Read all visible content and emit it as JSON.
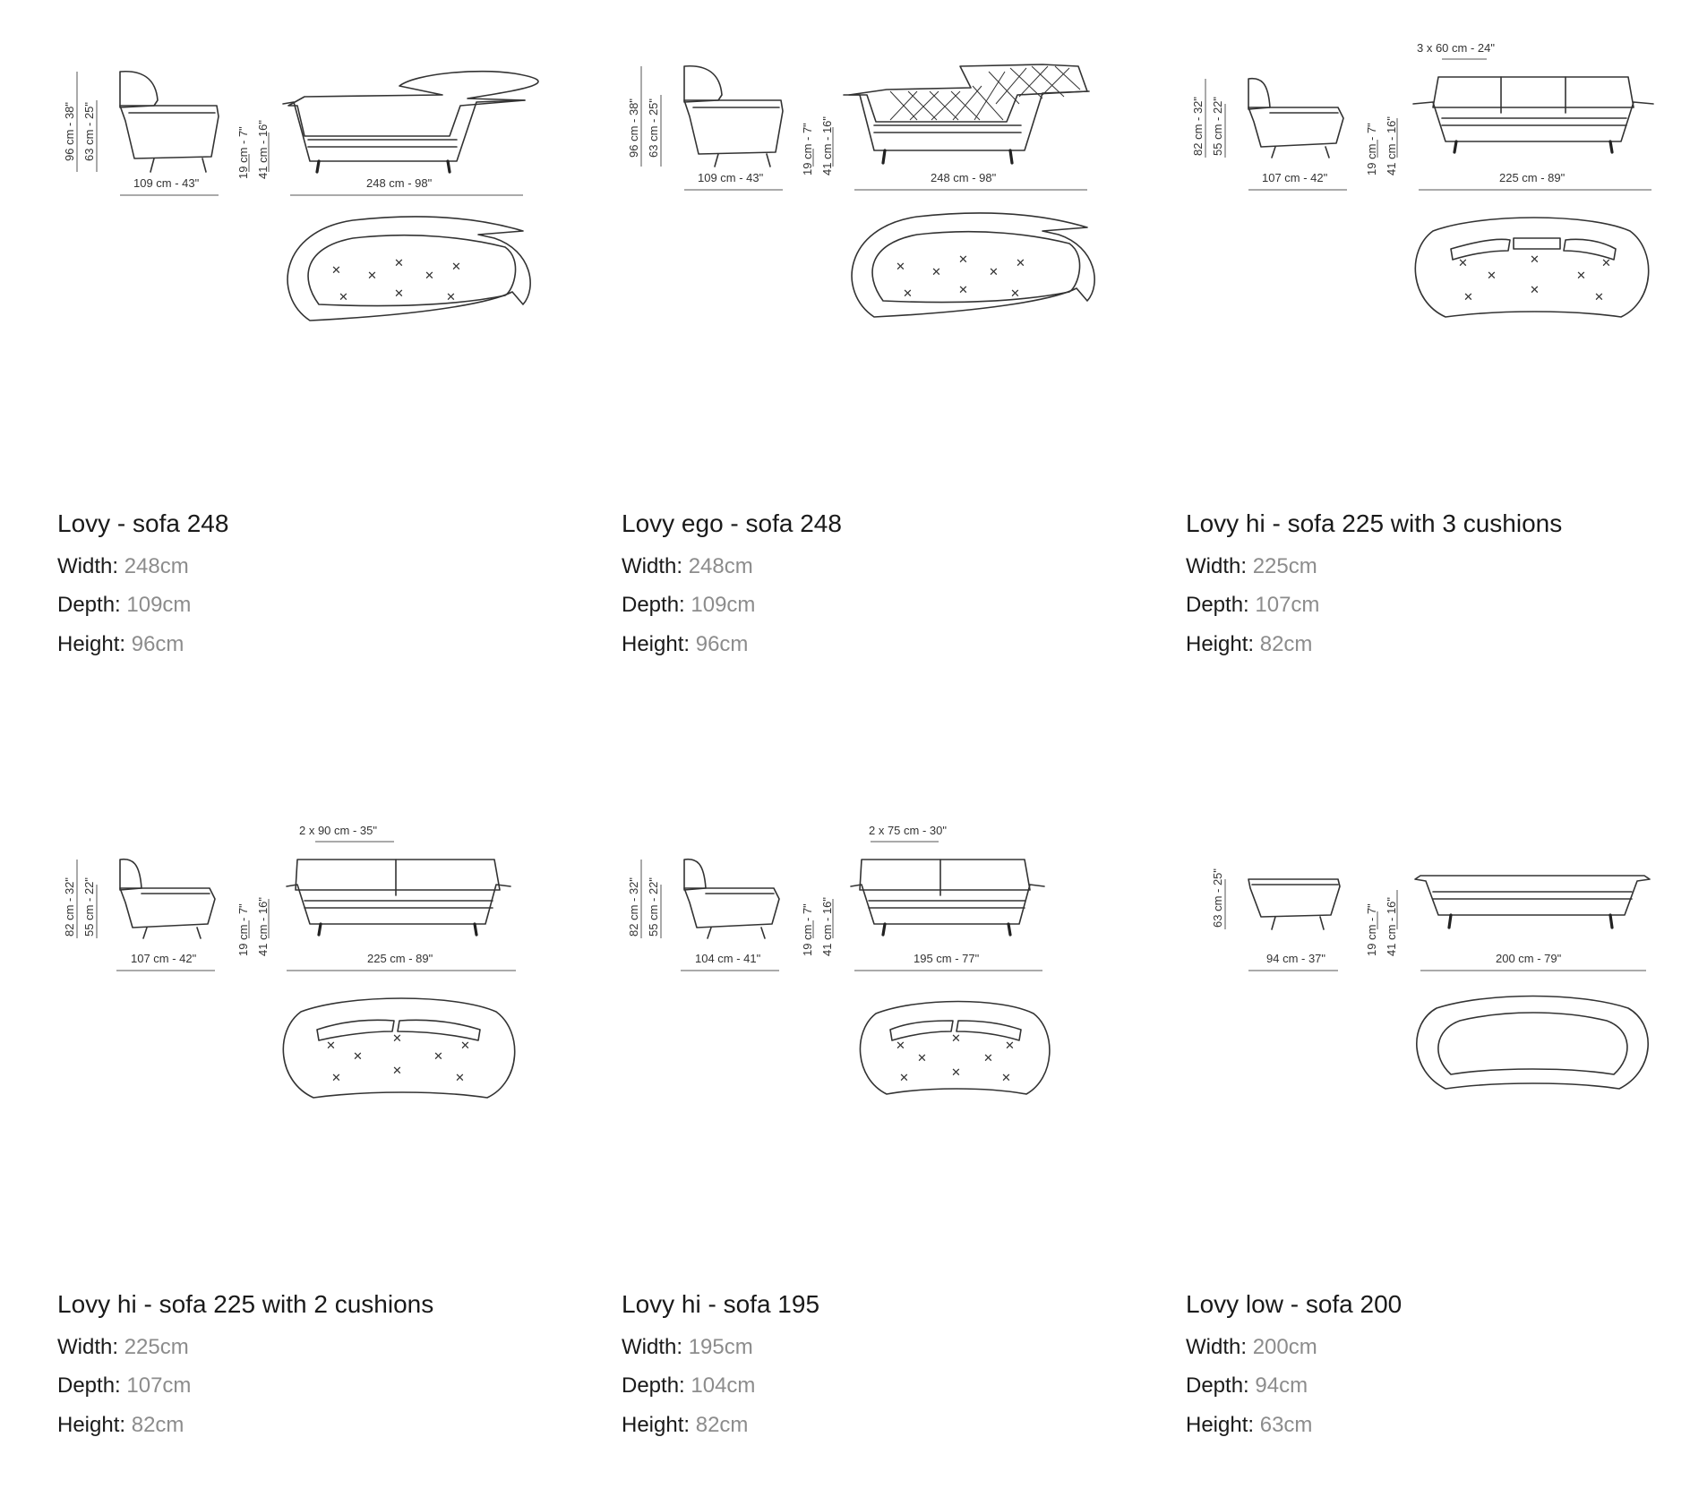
{
  "products": [
    {
      "title": "Lovy - sofa 248",
      "specs": [
        {
          "label": "Width:",
          "value": "248cm"
        },
        {
          "label": "Depth:",
          "value": "109cm"
        },
        {
          "label": "Height:",
          "value": "96cm"
        }
      ],
      "drawing": {
        "height_outer": "96 cm - 38\"",
        "height_inner": "63 cm - 25\"",
        "depth": "109 cm - 43\"",
        "leg_height": "19 cm - 7\"",
        "seat_height": "41 cm - 16\"",
        "width": "248 cm - 98\"",
        "cushions": ""
      }
    },
    {
      "title": "Lovy ego - sofa 248",
      "specs": [
        {
          "label": "Width:",
          "value": "248cm"
        },
        {
          "label": "Depth:",
          "value": "109cm"
        },
        {
          "label": "Height:",
          "value": "96cm"
        }
      ],
      "drawing": {
        "height_outer": "96 cm - 38\"",
        "height_inner": "63 cm - 25\"",
        "depth": "109 cm - 43\"",
        "leg_height": "19 cm - 7\"",
        "seat_height": "41 cm - 16\"",
        "width": "248 cm - 98\"",
        "cushions": ""
      }
    },
    {
      "title": "Lovy hi - sofa 225 with 3 cushions",
      "specs": [
        {
          "label": "Width:",
          "value": "225cm"
        },
        {
          "label": "Depth:",
          "value": "107cm"
        },
        {
          "label": "Height:",
          "value": "82cm"
        }
      ],
      "drawing": {
        "height_outer": "82 cm - 32\"",
        "height_inner": "55 cm - 22\"",
        "depth": "107 cm - 42\"",
        "leg_height": "19 cm - 7\"",
        "seat_height": "41 cm - 16\"",
        "width": "225 cm - 89\"",
        "cushions": "3 x 60 cm - 24\""
      }
    },
    {
      "title": "Lovy hi - sofa 225 with 2 cushions",
      "specs": [
        {
          "label": "Width:",
          "value": "225cm"
        },
        {
          "label": "Depth:",
          "value": "107cm"
        },
        {
          "label": "Height:",
          "value": "82cm"
        }
      ],
      "drawing": {
        "height_outer": "82 cm - 32\"",
        "height_inner": "55 cm - 22\"",
        "depth": "107 cm - 42\"",
        "leg_height": "19 cm - 7\"",
        "seat_height": "41 cm - 16\"",
        "width": "225 cm - 89\"",
        "cushions": "2 x 90 cm - 35\""
      }
    },
    {
      "title": "Lovy hi - sofa 195",
      "specs": [
        {
          "label": "Width:",
          "value": "195cm"
        },
        {
          "label": "Depth:",
          "value": "104cm"
        },
        {
          "label": "Height:",
          "value": "82cm"
        }
      ],
      "drawing": {
        "height_outer": "82 cm - 32\"",
        "height_inner": "55 cm - 22\"",
        "depth": "104 cm - 41\"",
        "leg_height": "19 cm - 7\"",
        "seat_height": "41 cm - 16\"",
        "width": "195 cm - 77\"",
        "cushions": "2 x 75 cm - 30\""
      }
    },
    {
      "title": "Lovy low - sofa 200",
      "specs": [
        {
          "label": "Width:",
          "value": "200cm"
        },
        {
          "label": "Depth:",
          "value": "94cm"
        },
        {
          "label": "Height:",
          "value": "63cm"
        }
      ],
      "drawing": {
        "height_outer": "",
        "height_inner": "63 cm - 25\"",
        "depth": "94 cm - 37\"",
        "leg_height": "19 cm - 7\"",
        "seat_height": "41 cm - 16\"",
        "width": "200 cm - 79\"",
        "cushions": ""
      }
    }
  ]
}
